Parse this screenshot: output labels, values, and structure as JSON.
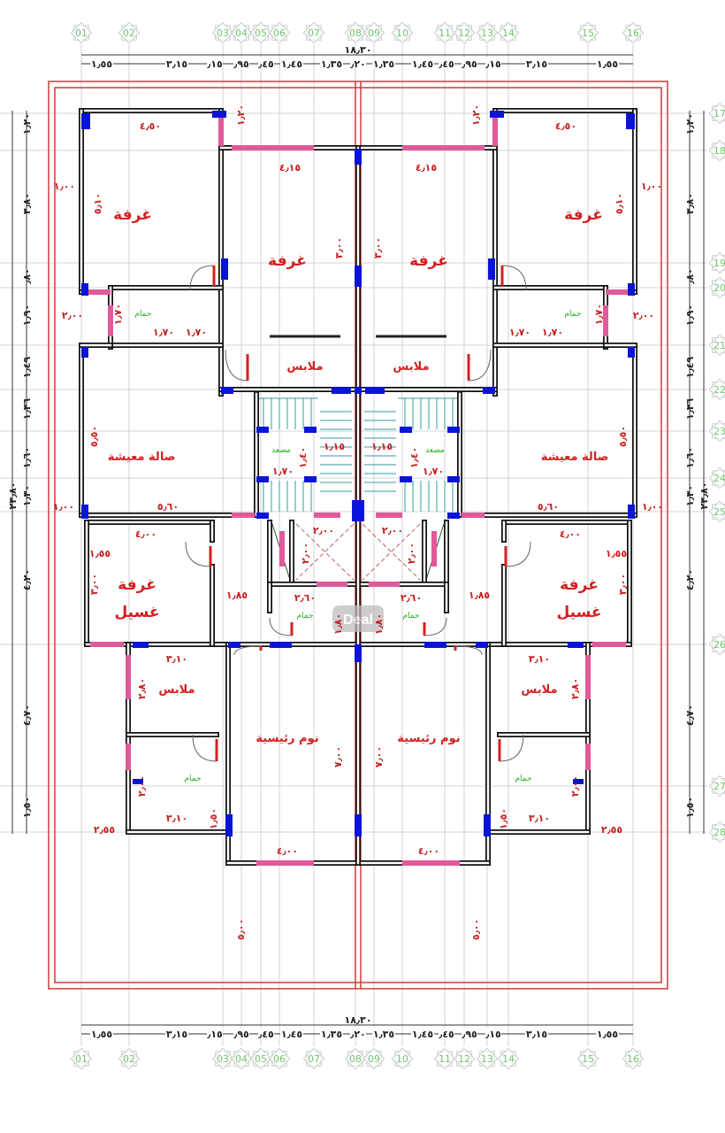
{
  "grid": {
    "columns": [
      "01",
      "02",
      "03",
      "04",
      "05",
      "06",
      "07",
      "08",
      "09",
      "10",
      "11",
      "12",
      "13",
      "14",
      "15",
      "16"
    ],
    "rows": [
      "17",
      "18",
      "19",
      "20",
      "21",
      "22",
      "23",
      "24",
      "25",
      "26",
      "27",
      "28"
    ]
  },
  "dimensions": {
    "overall_width": "١٨٫٣٠",
    "top_segments": [
      "١٫٥٥",
      "٣٫١٥",
      "٫١٥",
      "٫٩٥",
      "٫٤٥",
      "١٫٤٥",
      "١٫٣٥",
      "٫٢٠",
      "١٫٣٥",
      "١٫٤٥",
      "٫٤٥",
      "٫٩٥",
      "٫١٥",
      "٣٫١٥",
      "١٫٥٥"
    ],
    "overall_height": "٢٣٫٨٠",
    "side_segments": [
      "١٫٢٠",
      "٣٫٨٠",
      "٫٨٠",
      "١٫٩٠",
      "١٫٤٩",
      "١٫٣٦",
      "١٫٦٠",
      "١٫٣٠",
      "٤٫٢٠",
      "٤٫٧٠",
      "١٫٥٠"
    ]
  },
  "left_unit": {
    "rooms": [
      "غرفة",
      "غرفة",
      "ملابس",
      "صالة معيشة",
      "غرفة",
      "غسيل",
      "ملابس",
      "نوم رئيسية",
      "حمام",
      "حمام",
      "مصعد",
      "حمام"
    ],
    "dims": [
      "٤٫٥٠",
      "٥٫١٠",
      "٤٫١٥",
      "٣٫٠٠",
      "١٫٢٠",
      "١٫٠٠",
      "٢٫٠٠",
      "١٫٧٠",
      "١٫٧٠",
      "١٫٧٠",
      "٥٫٥٠",
      "٥٫٦٠",
      "١٫٠٠",
      "١٫١٥",
      "١٫٧٠",
      "١٫٤٠",
      "٤٫٠٠",
      "١٫٥٥",
      "٣٫٠٠",
      "١٫٨٥",
      "٢٫٦٠",
      "٢٫٠٠",
      "٢٫٠٠",
      "٣٫١٠",
      "٢٫٨٠",
      "٢٫٠٠",
      "٣٫١٠",
      "١٫٥٠",
      "٢٫٥٥",
      "٧٫٠٠",
      "٤٫٠٠",
      "٥٫٠٠",
      "١٫٨٠"
    ]
  },
  "right_unit": {
    "rooms": [
      "غرفة",
      "غرفة",
      "ملابس",
      "صالة معيشة",
      "غرفة",
      "غسيل",
      "ملابس",
      "نوم رئيسية",
      "حمام",
      "حمام",
      "مصعد",
      "حمام"
    ],
    "dims": [
      "٤٫٥٠",
      "٥٫١٠",
      "٤٫١٥",
      "٣٫٠٠",
      "١٫٢٠",
      "١٫٠٠",
      "٢٫٠٠",
      "١٫٧٠",
      "١٫٧٠",
      "١٫٧٠",
      "٥٫٥٠",
      "٥٫٦٠",
      "١٫٠٠",
      "١٫١٥",
      "١٫٧٠",
      "١٫٤٠",
      "٤٫٠٠",
      "١٫٥٥",
      "٣٫٠٠",
      "١٫٨٥",
      "٢٫٦٠",
      "٢٫٠٠",
      "٢٫٠٠",
      "٣٫١٠",
      "٢٫٨٠",
      "٢٫٠٠",
      "٣٫١٠",
      "١٫٥٠",
      "٢٫٥٥",
      "٧٫٠٠",
      "٤٫٠٠",
      "٥٫٠٠",
      "١٫٨٠"
    ]
  },
  "watermark": "Deal",
  "colors": {
    "wall": "#111111",
    "column": "#0a14d8",
    "window": "#e05a9a",
    "boundary": "#d03a3a",
    "room_label": "#d42020",
    "wet_room_label": "#22b022",
    "stairs": "#3a9aa8",
    "grid": "#cfd3d6"
  }
}
